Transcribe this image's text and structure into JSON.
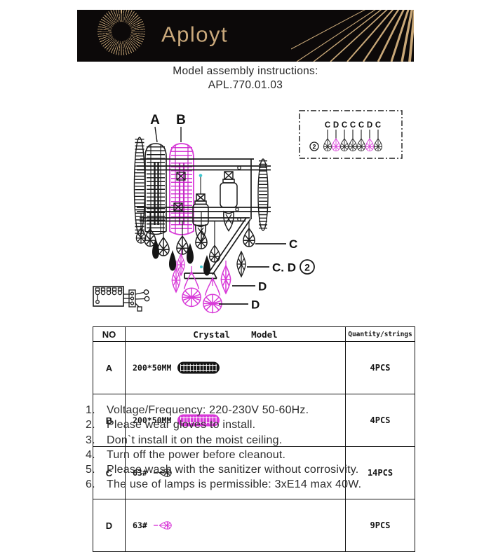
{
  "header": {
    "brand": "Aployt",
    "logo_icon": "sunburst-icon",
    "colors": {
      "banner_bg": "#0c0909",
      "gold": "#c9a878"
    }
  },
  "title": {
    "line1": "Model assembly instructions:",
    "line2": "APL.770.01.03"
  },
  "diagram": {
    "labels": {
      "part_a": "A",
      "part_b": "B",
      "part_c": "C",
      "part_cd": "C. D",
      "part_cd_badge": "2",
      "part_d1": "D",
      "part_d2": "D"
    },
    "inset": {
      "badge": "2",
      "letters": [
        "C",
        "D",
        "C",
        "C",
        "C",
        "D",
        "C"
      ]
    },
    "colors": {
      "line": "#1b1b1b",
      "magenta": "#d83ad8",
      "cyan": "#3fc9d1"
    }
  },
  "table": {
    "headers": {
      "no": "NO",
      "model": "Crystal    Model",
      "qty": "Quantity/strings"
    },
    "rows": [
      {
        "no": "A",
        "size": "200*50MM",
        "icon": "black-oval-crystal-icon",
        "qty": "4PCS"
      },
      {
        "no": "B",
        "size": "200*50MM",
        "icon": "magenta-oval-crystal-icon",
        "qty": "4PCS"
      },
      {
        "no": "C",
        "size": "63#",
        "icon": "black-teardrop-crystal-icon",
        "qty": "14PCS"
      },
      {
        "no": "D",
        "size": "63#",
        "icon": "magenta-teardrop-crystal-icon",
        "qty": "9PCS"
      }
    ]
  },
  "instructions": {
    "items": [
      {
        "num": "1.",
        "text": "Voltage/Frequency: 220-230V 50-60Hz."
      },
      {
        "num": "2.",
        "text": "Please wear gloves to install."
      },
      {
        "num": "3.",
        "text": "Don`t install it on the moist ceiling."
      },
      {
        "num": "4.",
        "text": "Turn off the power before cleanout."
      },
      {
        "num": "5.",
        "text": "Please wash with the sanitizer without corrosivity."
      },
      {
        "num": "6.",
        "text": "The use of lamps is permissible: 3xE14 max 40W."
      }
    ]
  }
}
